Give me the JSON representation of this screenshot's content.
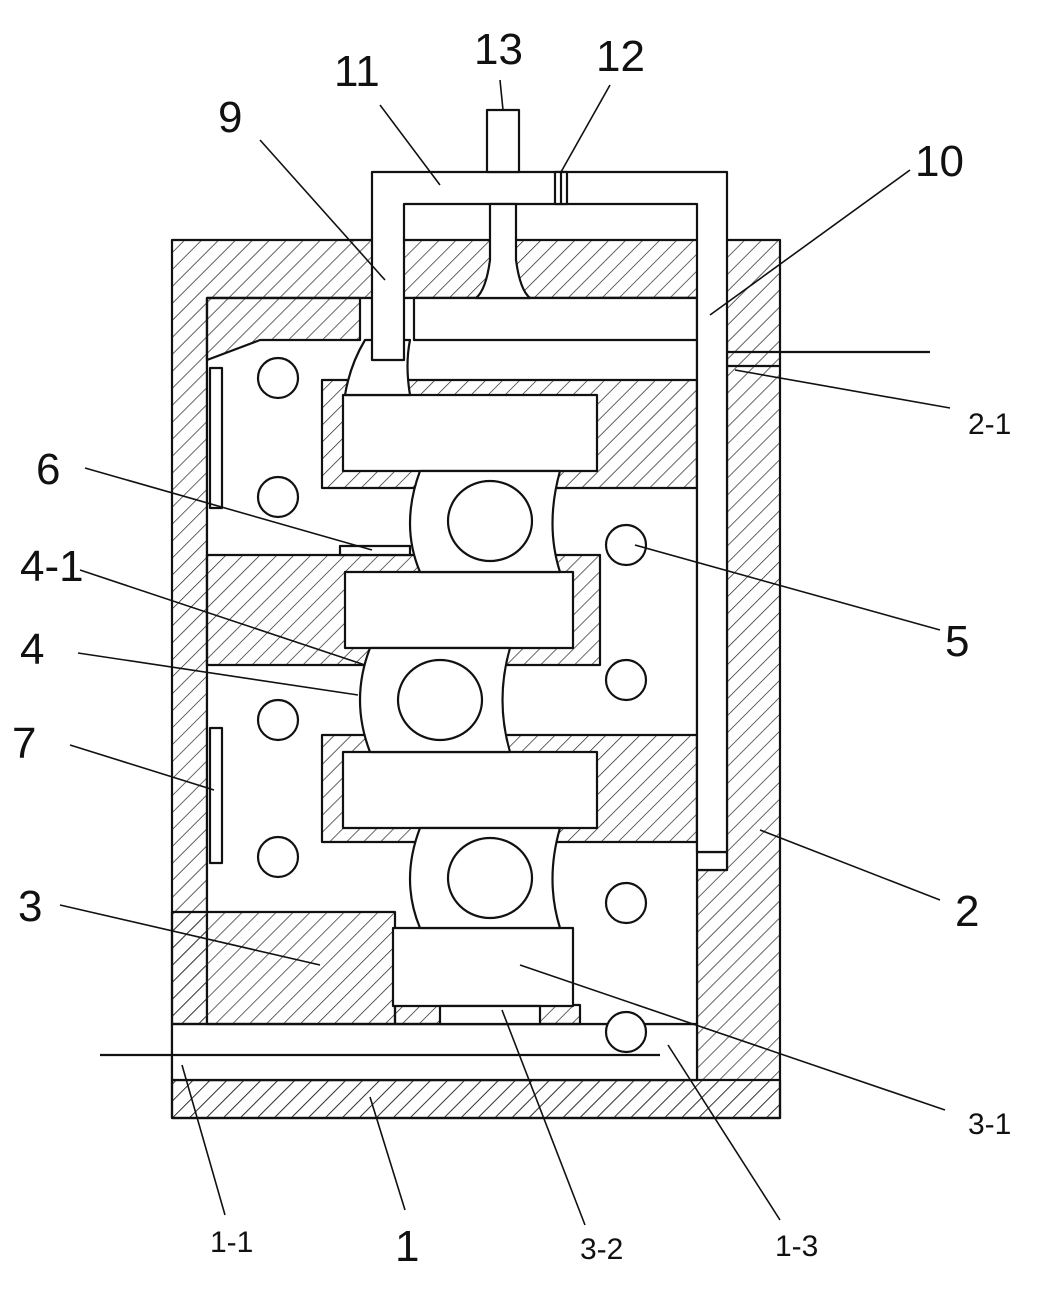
{
  "colors": {
    "line": "#111111",
    "hatch": "#222222",
    "background": "#ffffff"
  },
  "labels": {
    "l13": "13",
    "l12": "12",
    "l11": "11",
    "l9": "9",
    "l10": "10",
    "l2_1": "2-1",
    "l6": "6",
    "l5": "5",
    "l4_1": "4-1",
    "l4": "4",
    "l7": "7",
    "l2": "2",
    "l3": "3",
    "l3_1": "3-1",
    "l1_1": "1-1",
    "l1": "1",
    "l3_2": "3-2",
    "l1_3": "1-3"
  }
}
